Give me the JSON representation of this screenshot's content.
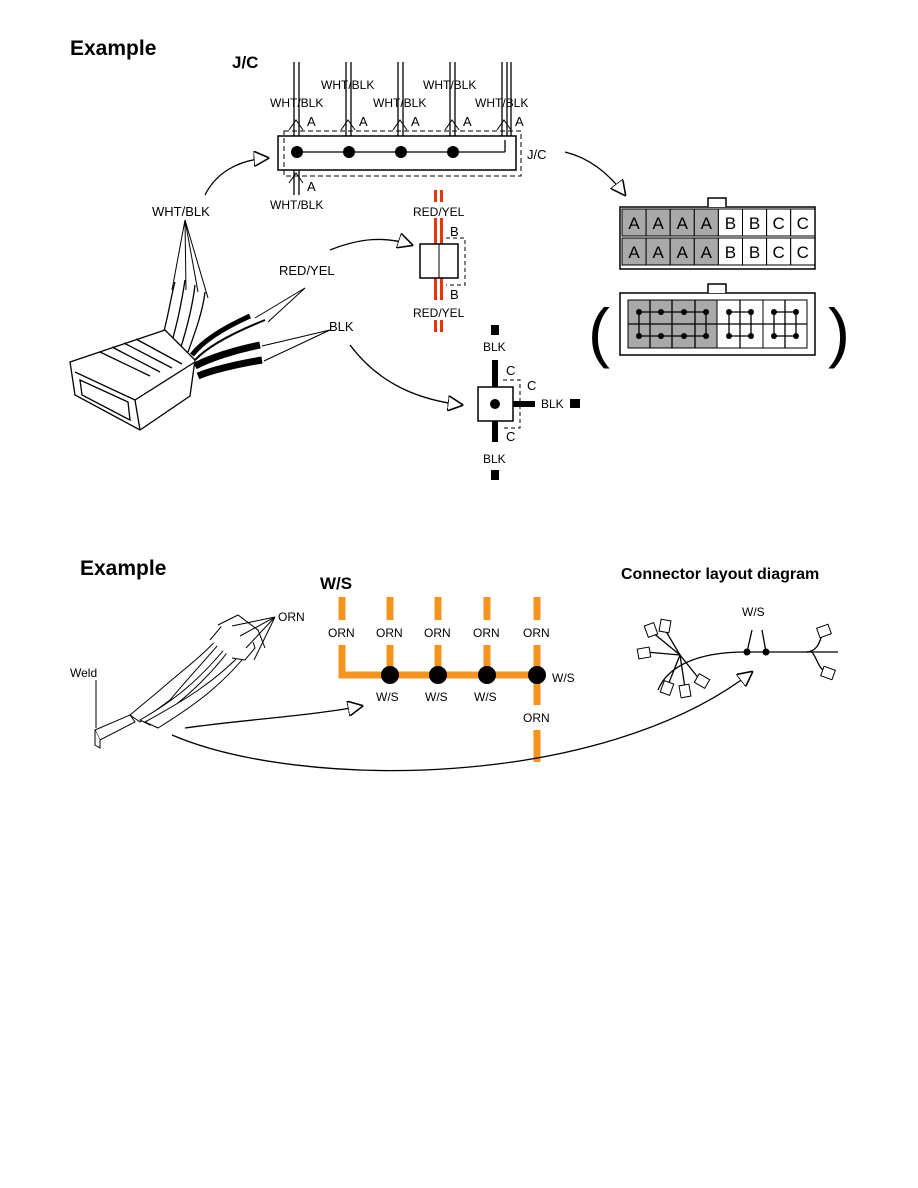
{
  "section1": {
    "title": "Example",
    "jc_label": "J/C",
    "jc_side_label": "J/C",
    "wire_wht_blk": "WHT/BLK",
    "wire_red_yel": "RED/YEL",
    "wire_blk": "BLK",
    "pin_a": "A",
    "pin_b": "B",
    "pin_c": "C",
    "connector_top_row": [
      "A",
      "A",
      "A",
      "A",
      "B",
      "B",
      "C",
      "C"
    ],
    "connector_bottom_row": [
      "A",
      "A",
      "A",
      "A",
      "B",
      "B",
      "C",
      "C"
    ],
    "paren_open": "(",
    "paren_close": ")",
    "colors": {
      "wht_blk": "#000000",
      "red_yel_red": "#e8340c",
      "red_yel_yel": "#f6e7a0",
      "blk": "#000000",
      "gray_cell": "#a9a9a9"
    }
  },
  "section2": {
    "title": "Example",
    "ws_label": "W/S",
    "wire_orn": "ORN",
    "weld_label": "Weld",
    "ws_node": "W/S",
    "layout_title": "Connector layout diagram",
    "colors": {
      "orn": "#f7941d"
    }
  }
}
